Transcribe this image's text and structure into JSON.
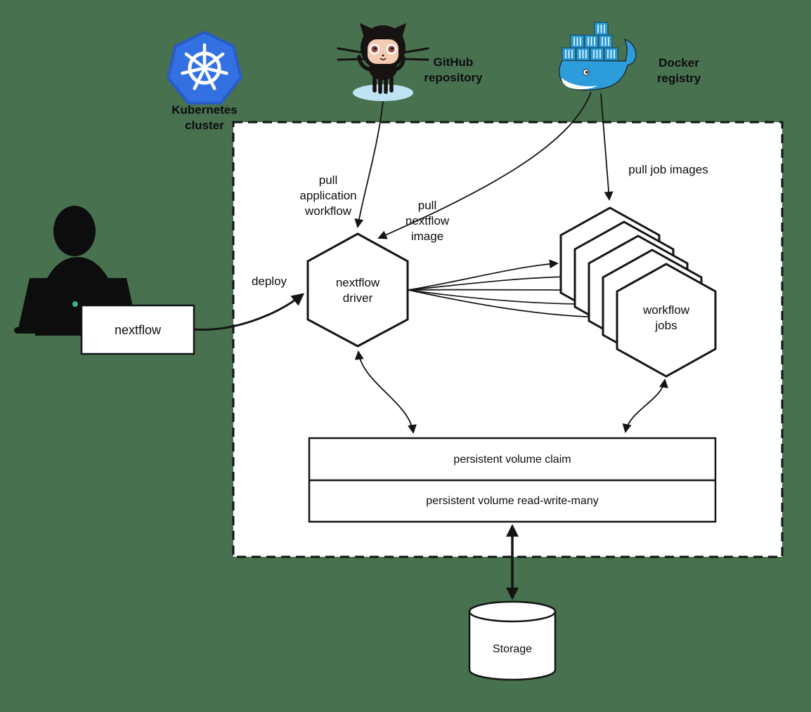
{
  "colors": {
    "background": "#47714F",
    "cluster_fill": "#FFFFFF",
    "line": "#141414",
    "kubernetes_blue": "#3371E3",
    "kubernetes_border": "#2A5BC8",
    "docker_blue": "#2D9CDB",
    "octocat_black": "#171312",
    "octocat_face": "#F5CBB1",
    "octocat_base_blue": "#BEE4F4"
  },
  "external": {
    "kubernetes_label": "Kubernetes\ncluster",
    "github_label": "GitHub\nrepository",
    "docker_label": "Docker\nregistry",
    "user_tool_label": "nextflow",
    "storage_label": "Storage"
  },
  "cluster": {
    "driver_label": "nextflow\ndriver",
    "jobs_label": "workflow\njobs",
    "pvc_label": "persistent volume claim",
    "pv_label": "persistent volume read-write-many"
  },
  "edges": {
    "deploy": "deploy",
    "pull_application_workflow": "pull\napplication\nworkflow",
    "pull_nextflow_image": "pull\nnextflow\nimage",
    "pull_job_images": "pull job images"
  }
}
